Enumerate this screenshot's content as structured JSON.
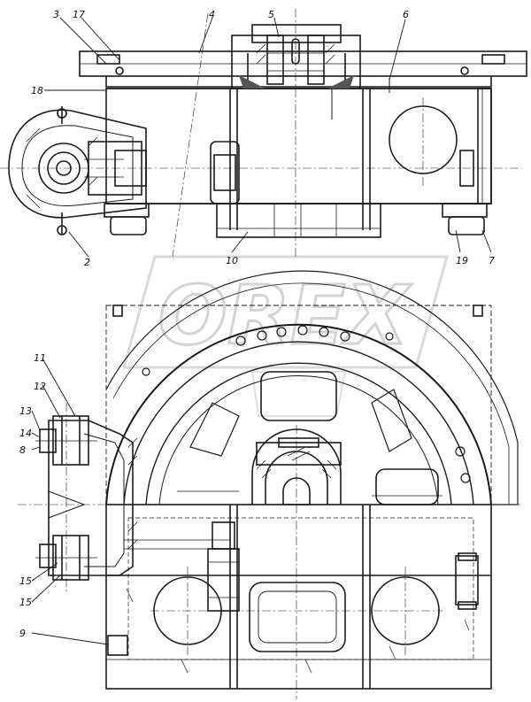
{
  "drawing": {
    "callouts": [
      "3",
      "17",
      "4",
      "5",
      "6",
      "18",
      "2",
      "10",
      "19",
      "7",
      "11",
      "12",
      "13",
      "14",
      "8",
      "15",
      "15",
      "9"
    ],
    "watermark": "OREX"
  },
  "colors": {
    "ink": "#1a1a1a",
    "background": "#ffffff",
    "watermark": "#c8c8c8"
  }
}
